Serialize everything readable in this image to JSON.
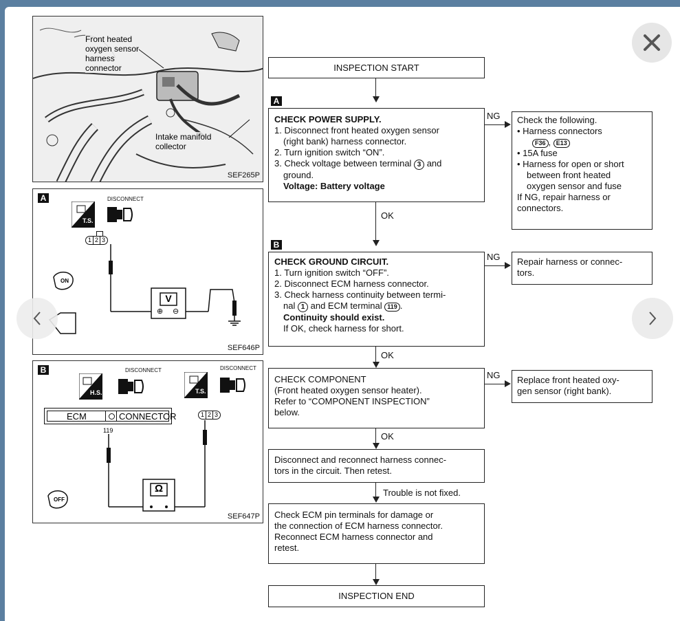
{
  "viewer": {
    "close_icon": "close-icon",
    "prev_icon": "chevron-left-icon",
    "next_icon": "chevron-right-icon"
  },
  "panels": {
    "photo": {
      "callout_sensor": "Front heated\noxygen sensor\nharness\nconnector",
      "callout_manifold": "Intake manifold\ncollector",
      "ref": "SEF265P"
    },
    "a": {
      "letter": "A",
      "disconnect": "DISCONNECT",
      "ts": "T.S.",
      "pins": [
        "1",
        "2",
        "3"
      ],
      "meter": "V",
      "plus": "⊕",
      "minus": "⊖",
      "switch": "ON",
      "ref": "SEF646P"
    },
    "b": {
      "letter": "B",
      "disconnect_left": "DISCONNECT",
      "disconnect_right": "DISCONNECT",
      "hs": "H.S.",
      "ts": "T.S.",
      "ecm": "ECM",
      "connector": "CONNECTOR",
      "ecm_pin": "119",
      "pins": [
        "1",
        "2",
        "3"
      ],
      "meter": "Ω",
      "switch": "OFF",
      "ref": "SEF647P"
    }
  },
  "flow": {
    "start": "INSPECTION START",
    "step_a_letter": "A",
    "power_title": "CHECK POWER SUPPLY.",
    "power_1": "1. Disconnect front heated oxygen sensor",
    "power_1b": "(right bank) harness connector.",
    "power_2": "2. Turn ignition switch “ON”.",
    "power_3a": "3. Check voltage between terminal",
    "power_3_term": "3",
    "power_3a_end": "and",
    "power_3b": "ground.",
    "power_result": "Voltage: Battery voltage",
    "ng": "NG",
    "ok": "OK",
    "check_title": "Check the following.",
    "check_1": "• Harness connectors",
    "check_conn_1": "F36",
    "check_conn_2": "E13",
    "check_2": "• 15A fuse",
    "check_3": "• Harness for open or short",
    "check_3b": "between front heated",
    "check_3c": "oxygen sensor and fuse",
    "check_4": "If NG, repair harness or",
    "check_4b": "connectors.",
    "step_b_letter": "B",
    "ground_title": "CHECK GROUND CIRCUIT.",
    "ground_1": "1. Turn ignition switch “OFF”.",
    "ground_2": "2. Disconnect ECM harness connector.",
    "ground_3": "3. Check harness continuity between termi-",
    "ground_3b_pre": "nal",
    "ground_3b_term": "1",
    "ground_3b_mid": "and ECM terminal",
    "ground_3b_ecm": "119",
    "ground_result": "Continuity should exist.",
    "ground_if": "If OK, check harness for short.",
    "repair_text": "Repair harness or connec-",
    "repair_text_b": "tors.",
    "comp_title": "CHECK COMPONENT",
    "comp_1": "(Front heated oxygen sensor heater).",
    "comp_2": "Refer to “COMPONENT INSPECTION”",
    "comp_3": "below.",
    "replace_text": "Replace front heated oxy-",
    "replace_text_b": "gen sensor (right bank).",
    "reconnect_1": "Disconnect and reconnect harness connec-",
    "reconnect_2": "tors in the circuit. Then retest.",
    "not_fixed": "Trouble is not fixed.",
    "ecm_1": "Check ECM pin terminals for damage or",
    "ecm_2": "the connection of ECM harness connector.",
    "ecm_3": "Reconnect ECM harness connector and",
    "ecm_4": "retest.",
    "end": "INSPECTION END"
  }
}
